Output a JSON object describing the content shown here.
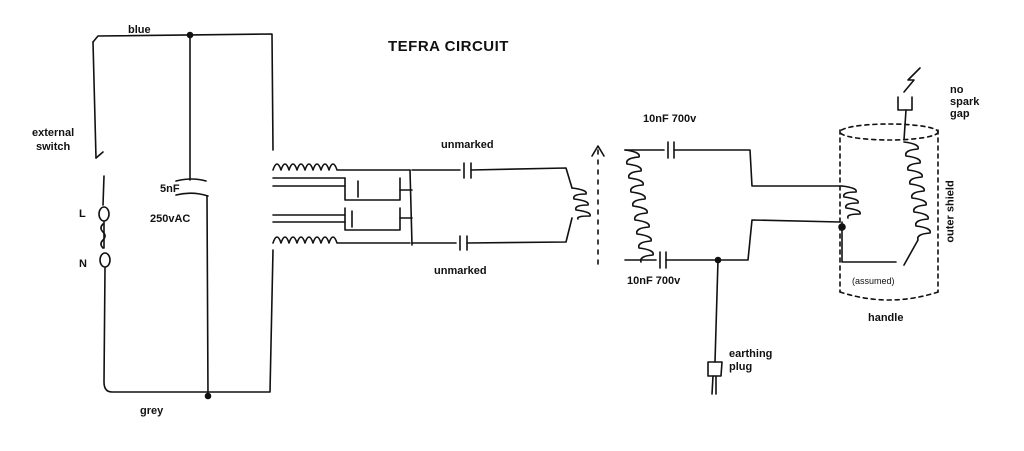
{
  "title": "TEFRA CIRCUIT",
  "labels": {
    "blue": "blue",
    "grey": "grey",
    "external_switch_1": "external",
    "external_switch_2": "switch",
    "L": "L",
    "N": "N",
    "cap_main_value": "5nF",
    "cap_main_voltage": "250vAC",
    "cap_upper_unmarked": "unmarked",
    "cap_lower_unmarked": "unmarked",
    "cap_top_10nf": "10nF 700v",
    "cap_bottom_10nf": "10nF 700v",
    "earthing_1": "earthing",
    "earthing_2": "plug",
    "no_spark_gap_1": "no",
    "no_spark_gap_2": "spark",
    "no_spark_gap_3": "gap",
    "outer_shield": "outer shield",
    "assumed": "(assumed)",
    "handle": "handle"
  },
  "colors": {
    "ink": "#111111",
    "background": "#ffffff"
  }
}
